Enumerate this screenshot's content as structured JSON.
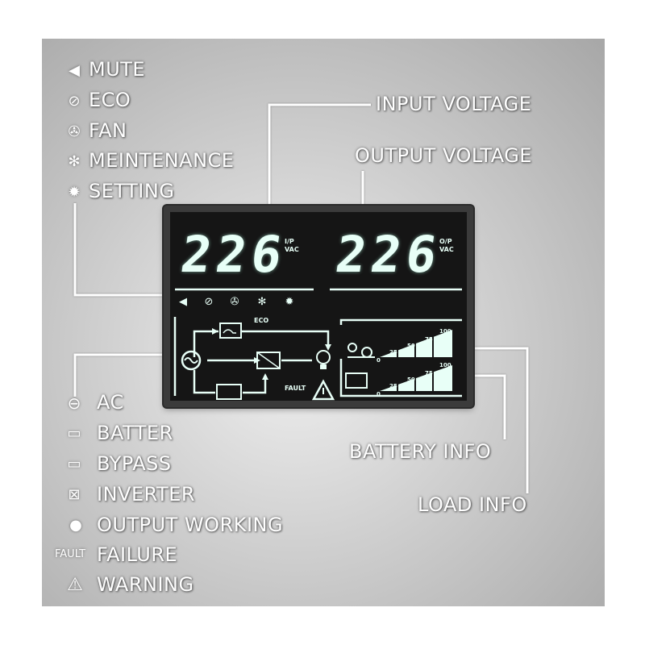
{
  "top_legend": [
    {
      "icon": "speaker-icon",
      "label": "MUTE"
    },
    {
      "icon": "leaf-icon",
      "label": "ECO"
    },
    {
      "icon": "fan-icon",
      "label": "FAN"
    },
    {
      "icon": "tools-icon",
      "label": "MEINTENANCE"
    },
    {
      "icon": "gear-icon",
      "label": "SETTING"
    }
  ],
  "callouts": {
    "input_voltage": "INPUT VOLTAGE",
    "output_voltage": "OUTPUT VOLTAGE",
    "battery_info": "BATTERY INFO",
    "load_info": "LOAD INFO"
  },
  "display": {
    "input_value": "226",
    "input_unit_line1": "I/P",
    "input_unit_line2": "VAC",
    "output_value": "226",
    "output_unit_line1": "O/P",
    "output_unit_line2": "VAC",
    "eco_label": "ECO",
    "fault_label": "FAULT",
    "load_scale": [
      "0",
      "25",
      "50",
      "75",
      "100"
    ],
    "battery_scale": [
      "0",
      "25",
      "50",
      "75",
      "100"
    ],
    "load_level_percent": 100,
    "battery_level_percent": 100
  },
  "bottom_legend": [
    {
      "icon": "ac-icon",
      "label": "AC"
    },
    {
      "icon": "battery-icon",
      "label": "BATTER"
    },
    {
      "icon": "bypass-icon",
      "label": "BYPASS"
    },
    {
      "icon": "inverter-icon",
      "label": "INVERTER"
    },
    {
      "icon": "bulb-icon",
      "label": "OUTPUT WORKING"
    },
    {
      "icon": "fault-text-icon",
      "icon_text": "FAULT",
      "label": "FAILURE"
    },
    {
      "icon": "warning-icon",
      "label": "WARNING"
    }
  ],
  "colors": {
    "lcd_glow": "#e8fff7",
    "lcd_bg": "#151515",
    "label": "#ffffff"
  }
}
